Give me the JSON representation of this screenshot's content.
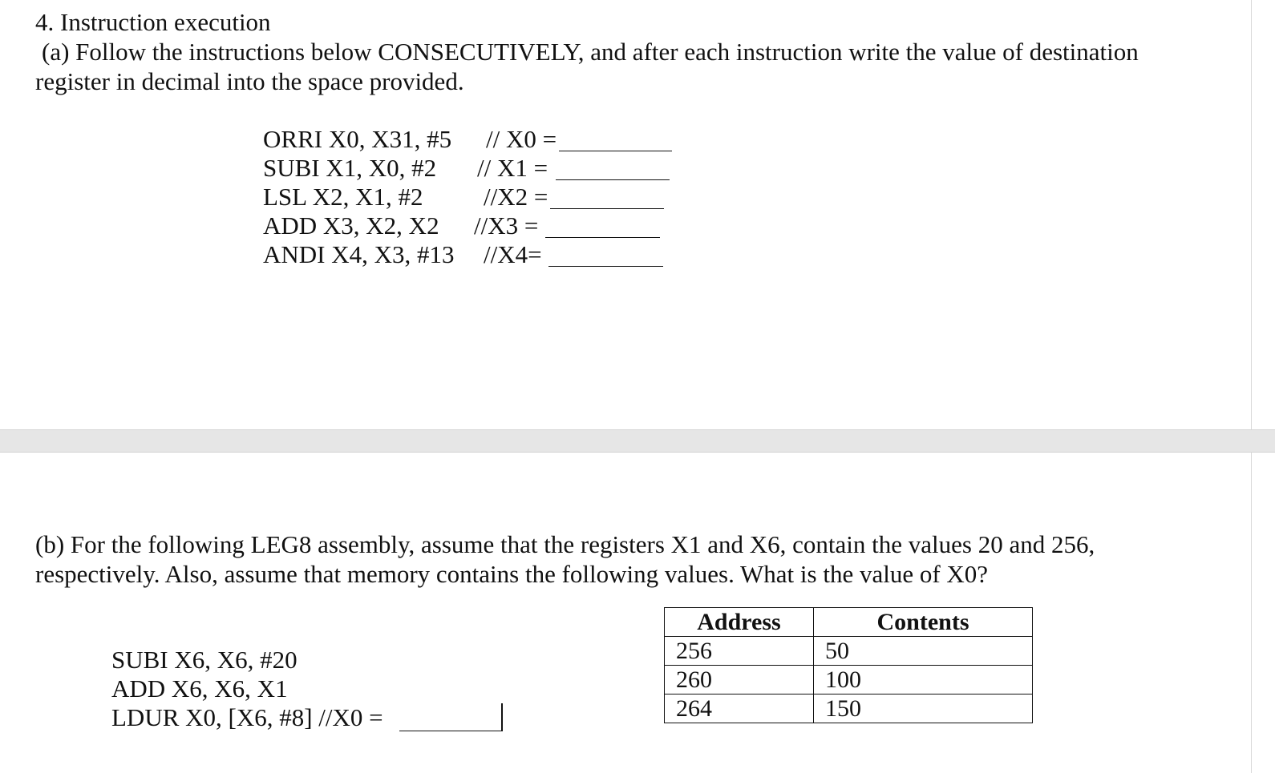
{
  "question": {
    "heading": "4. Instruction execution"
  },
  "part_a": {
    "prompt_line1": "(a) Follow the instructions below CONSECUTIVELY, and after each instruction write the value of destination",
    "prompt_line2": "register in decimal into the space provided.",
    "instructions": [
      {
        "code": "ORRI X0, X31, #5",
        "comment": "// X0 ="
      },
      {
        "code": "SUBI X1, X0, #2",
        "comment": "// X1 ="
      },
      {
        "code": "LSL X2, X1, #2",
        "comment": "//X2 ="
      },
      {
        "code": "ADD X3, X2, X2",
        "comment": "//X3 ="
      },
      {
        "code": "ANDI X4, X3, #13",
        "comment": "//X4="
      }
    ]
  },
  "part_b": {
    "prompt_line1": "(b) For the following LEG8 assembly, assume that the registers X1 and X6, contain the values 20 and 256,",
    "prompt_line2": "respectively. Also, assume that memory contains the following values. What is the value of X0?",
    "instructions": [
      "SUBI X6, X6, #20",
      "ADD X6, X6, X1",
      "LDUR X0, [X6, #8]  //X0 ="
    ],
    "memory_table": {
      "headers": [
        "Address",
        "Contents"
      ],
      "rows": [
        [
          "256",
          "50"
        ],
        [
          "260",
          "100"
        ],
        [
          "264",
          "150"
        ]
      ]
    }
  }
}
